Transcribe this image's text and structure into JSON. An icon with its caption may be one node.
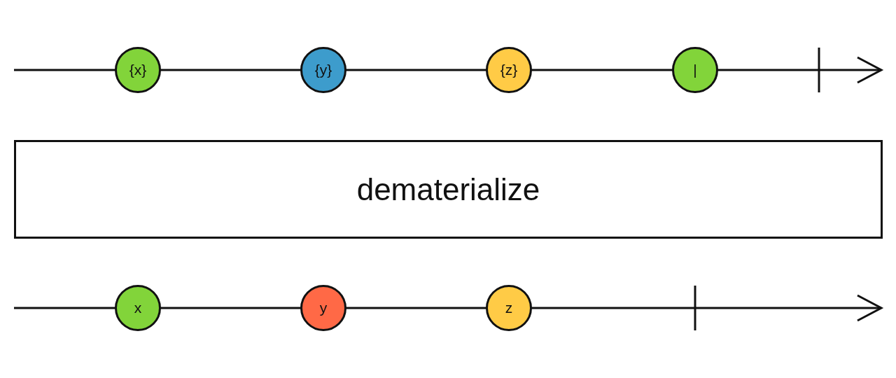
{
  "diagram": {
    "nodes": [
      {
        "text": [
          "{x}"
        ]
      },
      {
        "text": [
          "{y}"
        ]
      },
      {
        "text": [
          "{z}"
        ]
      },
      {
        "text": [
          "|"
        ]
      },
      {
        "text": [
          "dematerialize"
        ]
      },
      {
        "text": [
          "x"
        ]
      },
      {
        "text": [
          "y"
        ]
      },
      {
        "text": [
          "z"
        ]
      }
    ]
  }
}
